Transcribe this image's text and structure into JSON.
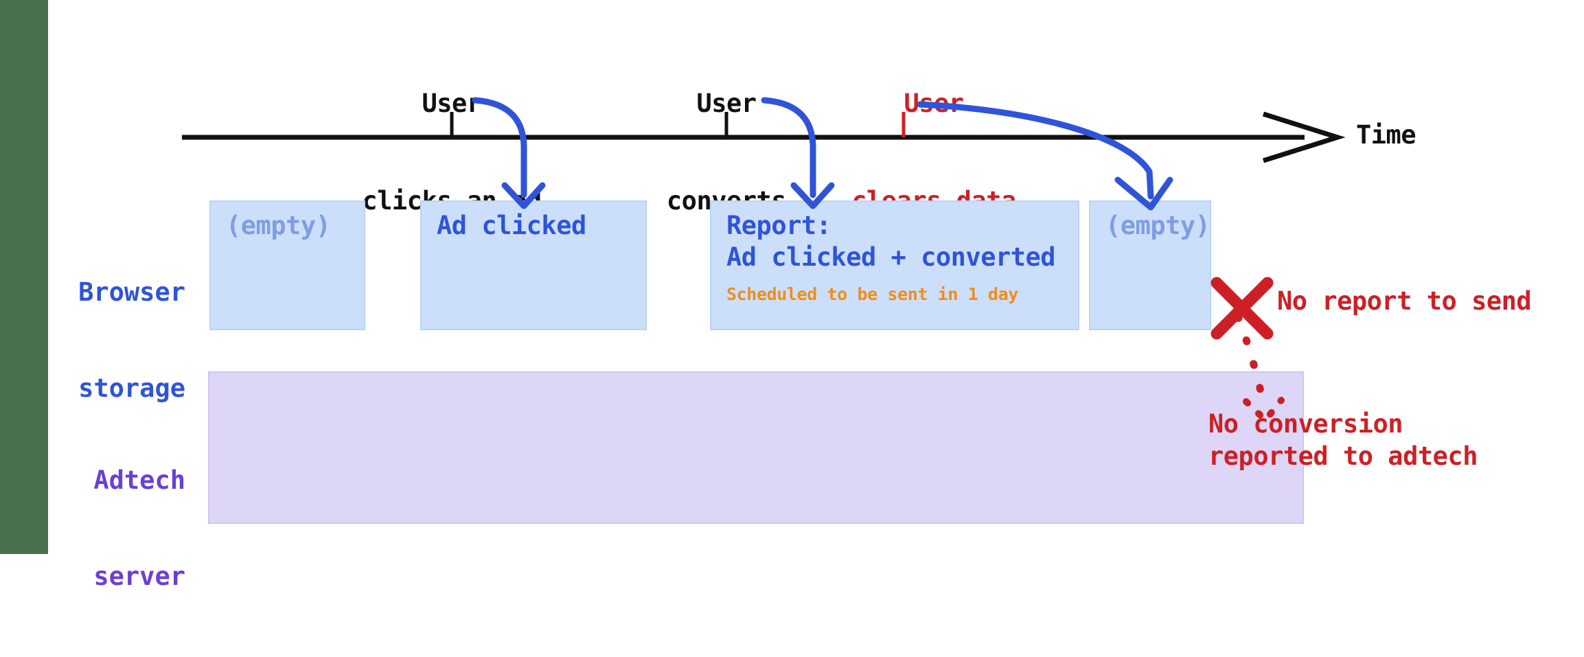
{
  "diagram": {
    "title_axis_label": "Time",
    "colors": {
      "accent_blue": "#2f54d8",
      "dim_blue": "#7e9ee0",
      "box_blue_fill": "#ccdffa",
      "purple": "#6a3fd4",
      "server_fill": "#ddd6f7",
      "red": "#cc2026",
      "orange": "#ef8d1c",
      "sidebar_green": "#4a7050"
    },
    "timeline": {
      "events": [
        {
          "id": "event-click",
          "line1": "User",
          "line2": "clicks an ad",
          "tone": "black"
        },
        {
          "id": "event-convert",
          "line1": "User",
          "line2": "converts",
          "tone": "black"
        },
        {
          "id": "event-clear",
          "line1": "User",
          "line2": "clears data",
          "tone": "red"
        }
      ]
    },
    "rows": [
      {
        "id": "row-browser-storage",
        "line1": "Browser",
        "line2": "storage"
      },
      {
        "id": "row-adtech-server",
        "line1": "Adtech",
        "line2": "server"
      }
    ],
    "storage_states": [
      {
        "id": "state-empty-initial",
        "text": "(empty)",
        "tone": "dim",
        "sub": ""
      },
      {
        "id": "state-ad-clicked",
        "text": "Ad clicked",
        "tone": "solid",
        "sub": ""
      },
      {
        "id": "state-report",
        "text": "Report:\nAd clicked + converted",
        "tone": "solid",
        "sub": "Scheduled to be sent in 1 day"
      },
      {
        "id": "state-empty-cleared",
        "text": "(empty)",
        "tone": "dim",
        "sub": ""
      }
    ],
    "annotations": [
      {
        "id": "note-no-report",
        "text": "No report to send"
      },
      {
        "id": "note-no-conversion",
        "text": "No conversion\nreported to adtech"
      }
    ]
  }
}
